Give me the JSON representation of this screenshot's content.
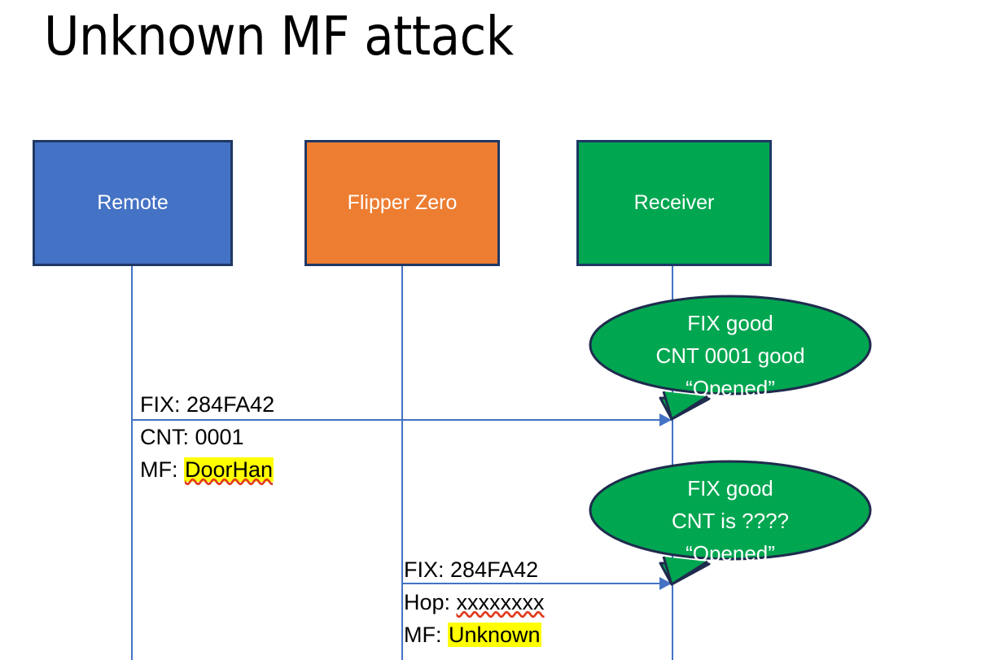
{
  "slide": {
    "title": "Unknown MF attack",
    "background": "#FFFFFF"
  },
  "colors": {
    "remote_fill": "#4472C4",
    "flipper_fill": "#ED7D31",
    "receiver_fill": "#00A650",
    "box_border": "#1F3864",
    "lifeline": "#4472C4",
    "highlight": "#FFFF00",
    "spellcheck_underline": "#E03A1B",
    "bubble_text": "#FFFFFF",
    "label_text": "#000000"
  },
  "actors": [
    {
      "id": "remote",
      "label": "Remote"
    },
    {
      "id": "flipper",
      "label": "Flipper Zero"
    },
    {
      "id": "receiver",
      "label": "Receiver"
    }
  ],
  "messages": [
    {
      "id": "msg1",
      "from": "remote",
      "to": "receiver",
      "lines": [
        {
          "prefix": "FIX: ",
          "value": "284FA42",
          "highlight": false,
          "spellcheck": false
        },
        {
          "prefix": "CNT: ",
          "value": "0001",
          "highlight": false,
          "spellcheck": false
        },
        {
          "prefix": "MF: ",
          "value": "DoorHan",
          "highlight": true,
          "spellcheck": true
        }
      ]
    },
    {
      "id": "msg2",
      "from": "flipper",
      "to": "receiver",
      "lines": [
        {
          "prefix": "FIX: ",
          "value": "284FA42",
          "highlight": false,
          "spellcheck": false
        },
        {
          "prefix": "Hop: ",
          "value": "xxxxxxxx",
          "highlight": false,
          "spellcheck": true
        },
        {
          "prefix": "MF: ",
          "value": "Unknown",
          "highlight": true,
          "spellcheck": false
        }
      ]
    }
  ],
  "callouts": [
    {
      "id": "callout-1",
      "attached_to": "receiver",
      "lines": [
        "FIX good",
        "CNT 0001 good",
        "“Opened”"
      ]
    },
    {
      "id": "callout-2",
      "attached_to": "receiver",
      "lines": [
        "FIX good",
        "CNT is ????",
        "“Opened”"
      ]
    }
  ]
}
